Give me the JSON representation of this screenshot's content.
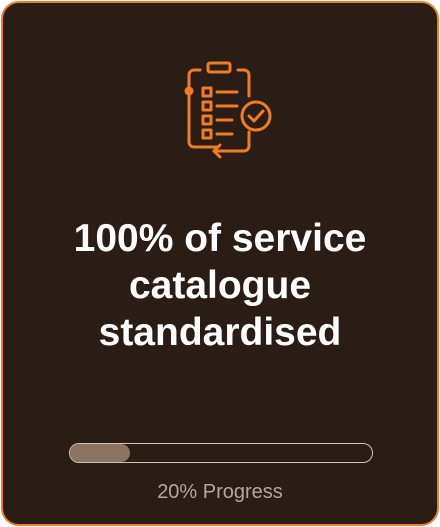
{
  "card": {
    "icon": "checklist-clipboard-icon",
    "headline_lines": [
      "100% of service",
      "catalogue",
      "standardised"
    ],
    "progress": {
      "percent": 20,
      "label": "20% Progress"
    }
  },
  "colors": {
    "accent": "#f07d1f",
    "background": "#2a1d16",
    "progress_fill": "#8c7462",
    "progress_label": "#b4a79c",
    "headline": "#ffffff"
  }
}
